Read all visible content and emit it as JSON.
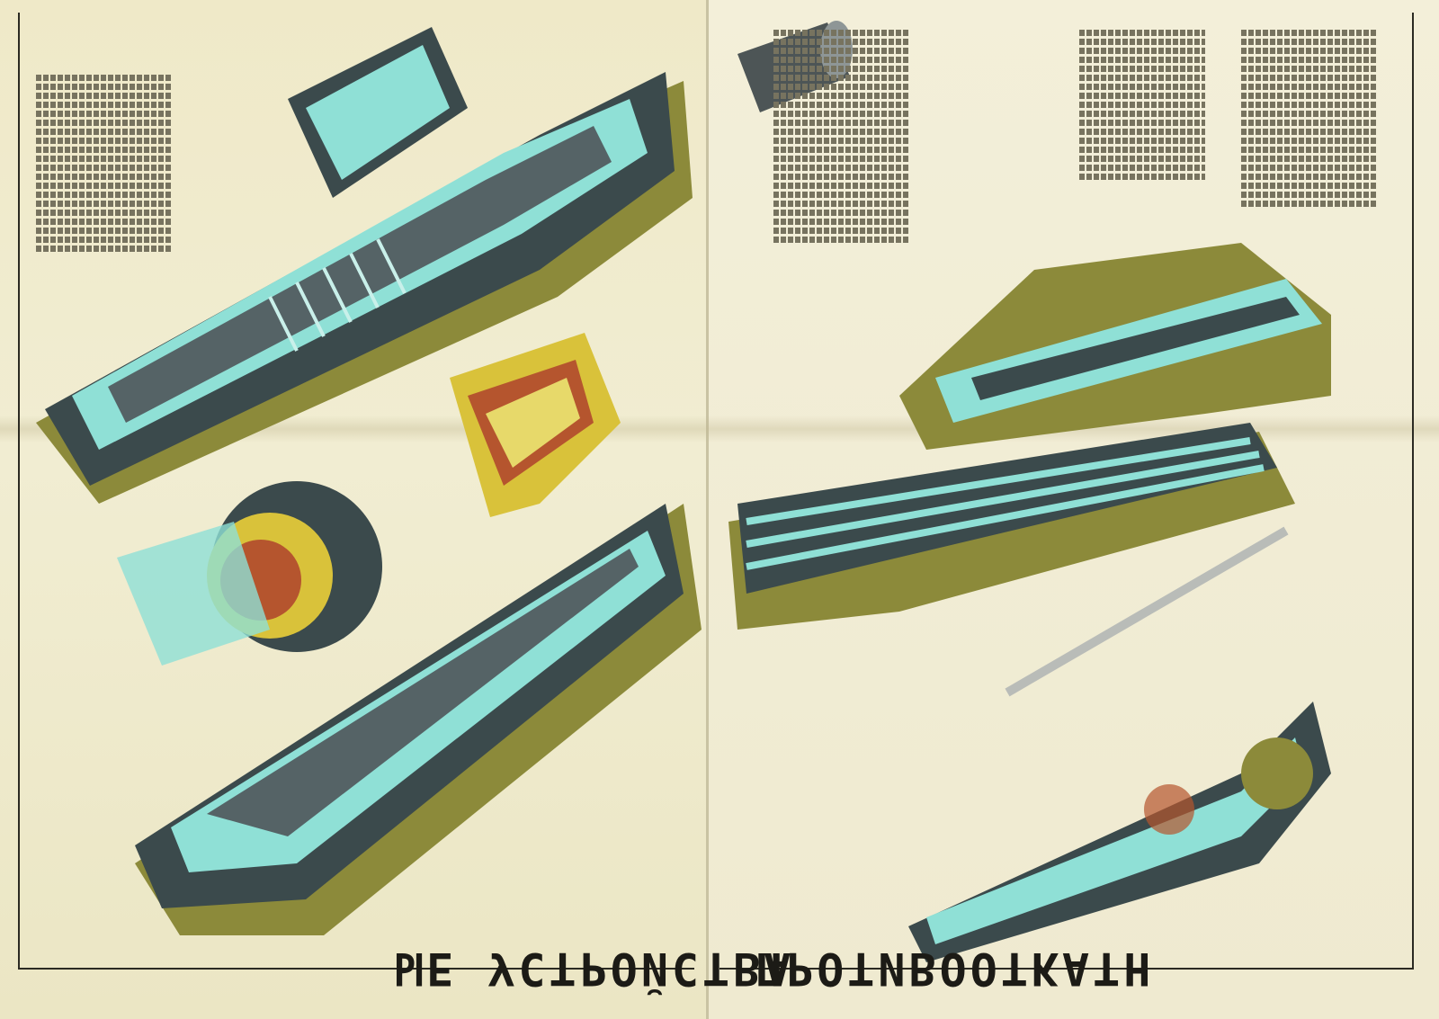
{
  "poster": {
    "title_part1": "ПРОТИВООТКАТН",
    "title_part2": "ЫЕ УСТРОЙСТВА",
    "orientation": "upside-down"
  },
  "colors": {
    "paper": "#efe9c8",
    "cutaway_cyan": "#8fe0d6",
    "steel_dark": "#3b4a4c",
    "olive": "#8c8a3a",
    "brass_yellow": "#d9c23a",
    "copper_red": "#b5552e"
  }
}
